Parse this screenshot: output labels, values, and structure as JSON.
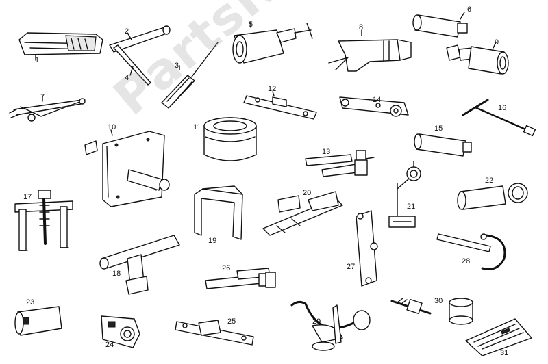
{
  "watermark": "PartsRepublik",
  "parts": [
    {
      "id": "1",
      "label": "1"
    },
    {
      "id": "2",
      "label": "2"
    },
    {
      "id": "3",
      "label": "3"
    },
    {
      "id": "4",
      "label": "4"
    },
    {
      "id": "5",
      "label": "5"
    },
    {
      "id": "6",
      "label": "6"
    },
    {
      "id": "7",
      "label": "7"
    },
    {
      "id": "8",
      "label": "8"
    },
    {
      "id": "9",
      "label": "9"
    },
    {
      "id": "10",
      "label": "10"
    },
    {
      "id": "11",
      "label": "11"
    },
    {
      "id": "12",
      "label": "12"
    },
    {
      "id": "13",
      "label": "13"
    },
    {
      "id": "14",
      "label": "14"
    },
    {
      "id": "15",
      "label": "15"
    },
    {
      "id": "16",
      "label": "16"
    },
    {
      "id": "17",
      "label": "17"
    },
    {
      "id": "18",
      "label": "18"
    },
    {
      "id": "19",
      "label": "19"
    },
    {
      "id": "20",
      "label": "20"
    },
    {
      "id": "21",
      "label": "21"
    },
    {
      "id": "22",
      "label": "22"
    },
    {
      "id": "23",
      "label": "23"
    },
    {
      "id": "24",
      "label": "24"
    },
    {
      "id": "25",
      "label": "25"
    },
    {
      "id": "26",
      "label": "26"
    },
    {
      "id": "27",
      "label": "27"
    },
    {
      "id": "28",
      "label": "28"
    },
    {
      "id": "29",
      "label": "29"
    },
    {
      "id": "30",
      "label": "30"
    },
    {
      "id": "31",
      "label": "31"
    }
  ]
}
